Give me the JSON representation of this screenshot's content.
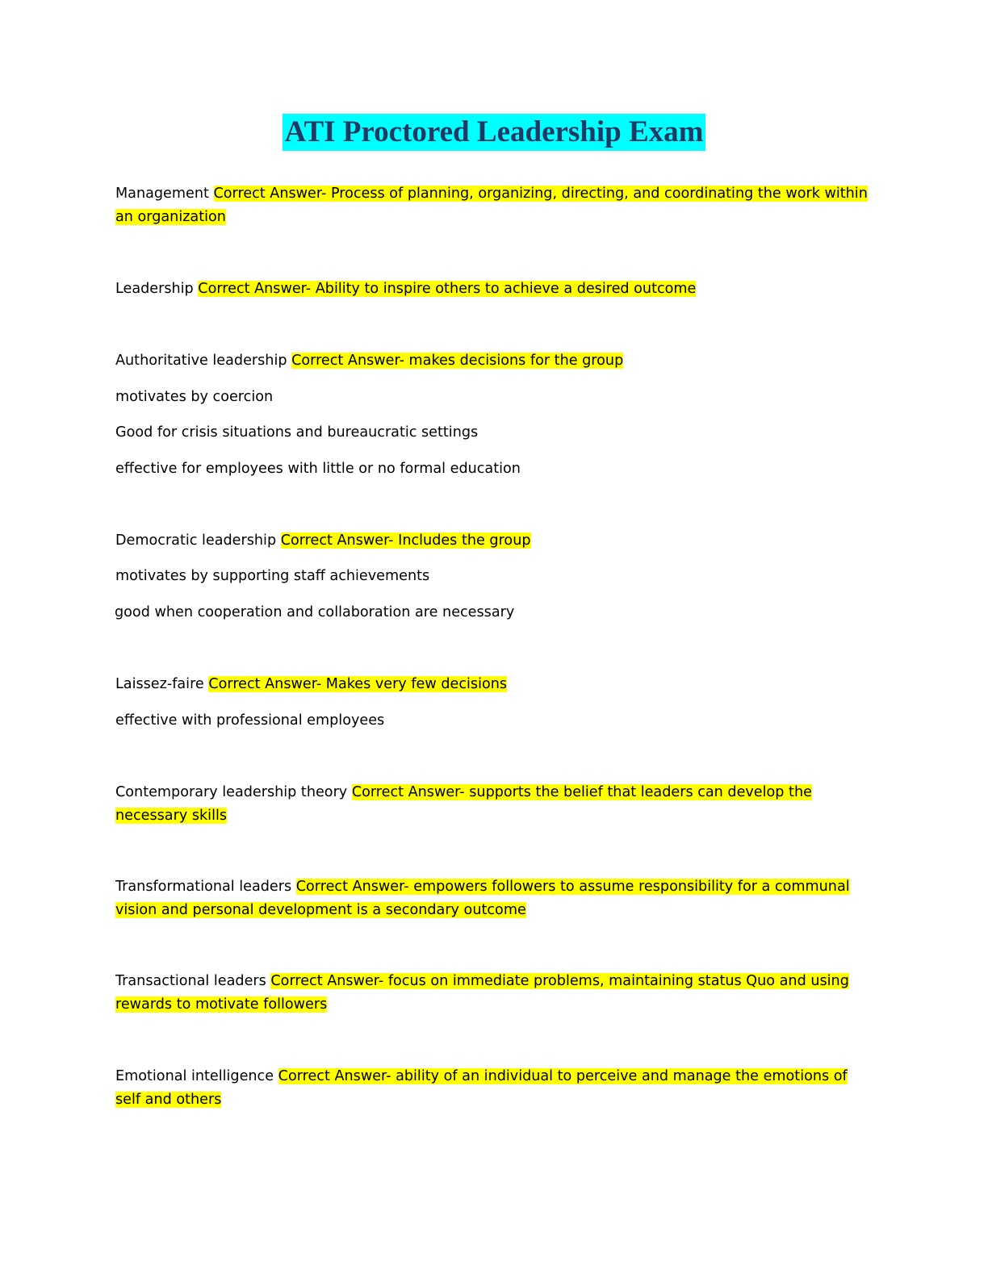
{
  "document": {
    "title": "ATI Proctored Leadership Exam",
    "answer_prefix": "Correct Answer-",
    "highlight_color": "#ffff00",
    "title_highlight_color": "#00ffff",
    "title_text_color": "#1f3864"
  },
  "entries": [
    {
      "term": "Management",
      "answer": "Process of planning, organizing, directing, and coordinating the work within an organization",
      "notes": []
    },
    {
      "term": "Leadership",
      "answer": "Ability to inspire others to achieve a desired outcome",
      "notes": []
    },
    {
      "term": "Authoritative leadership",
      "answer": "makes decisions for the group",
      "notes": [
        "motivates by coercion",
        "Good for crisis situations and bureaucratic settings",
        "effective for employees with little or no formal education"
      ]
    },
    {
      "term": "Democratic leadership",
      "answer": "Includes the group",
      "notes": [
        "motivates by supporting staff achievements",
        "good when cooperation and collaboration are necessary"
      ]
    },
    {
      "term": "Laissez-faire",
      "answer": "Makes very few decisions",
      "notes": [
        "effective with professional employees"
      ]
    },
    {
      "term": "Contemporary leadership theory",
      "answer": "supports the belief that leaders can develop the necessary skills",
      "notes": []
    },
    {
      "term": "Transformational leaders",
      "answer": "empowers followers to assume responsibility for a communal vision and personal development is a secondary outcome",
      "notes": []
    },
    {
      "term": "Transactional leaders",
      "answer": "focus on immediate problems, maintaining status Quo and using rewards to motivate followers",
      "notes": []
    },
    {
      "term": "Emotional intelligence",
      "answer": "ability of an individual to perceive and manage the emotions of self and others",
      "notes": []
    }
  ]
}
